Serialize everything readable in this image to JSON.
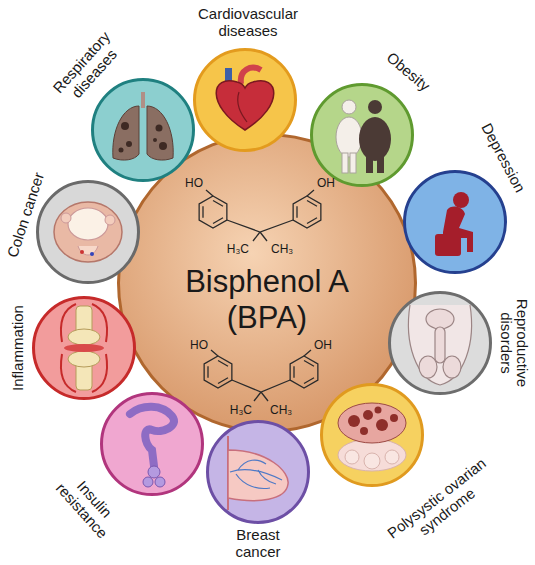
{
  "diagram": {
    "nodes": [
      {
        "text": [
          "Bisphenol A (BPA)"
        ]
      },
      {
        "text": [
          "Cardiovascular diseases"
        ]
      },
      {
        "text": [
          "Obesity"
        ]
      },
      {
        "text": [
          "Depression"
        ]
      },
      {
        "text": [
          "Reproductive disorders"
        ]
      },
      {
        "text": [
          "Polysystic ovarian syndrome"
        ]
      },
      {
        "text": [
          "Breast cancer"
        ]
      },
      {
        "text": [
          "Insulin resistance"
        ]
      },
      {
        "text": [
          "Inflammation"
        ]
      },
      {
        "text": [
          "Colon cancer"
        ]
      },
      {
        "text": [
          "Respiratory diseases"
        ]
      }
    ],
    "labels": [
      "HO",
      "OH",
      "H₃C",
      "CH₃",
      "HO",
      "OH",
      "H₃C",
      "CH₃"
    ]
  }
}
